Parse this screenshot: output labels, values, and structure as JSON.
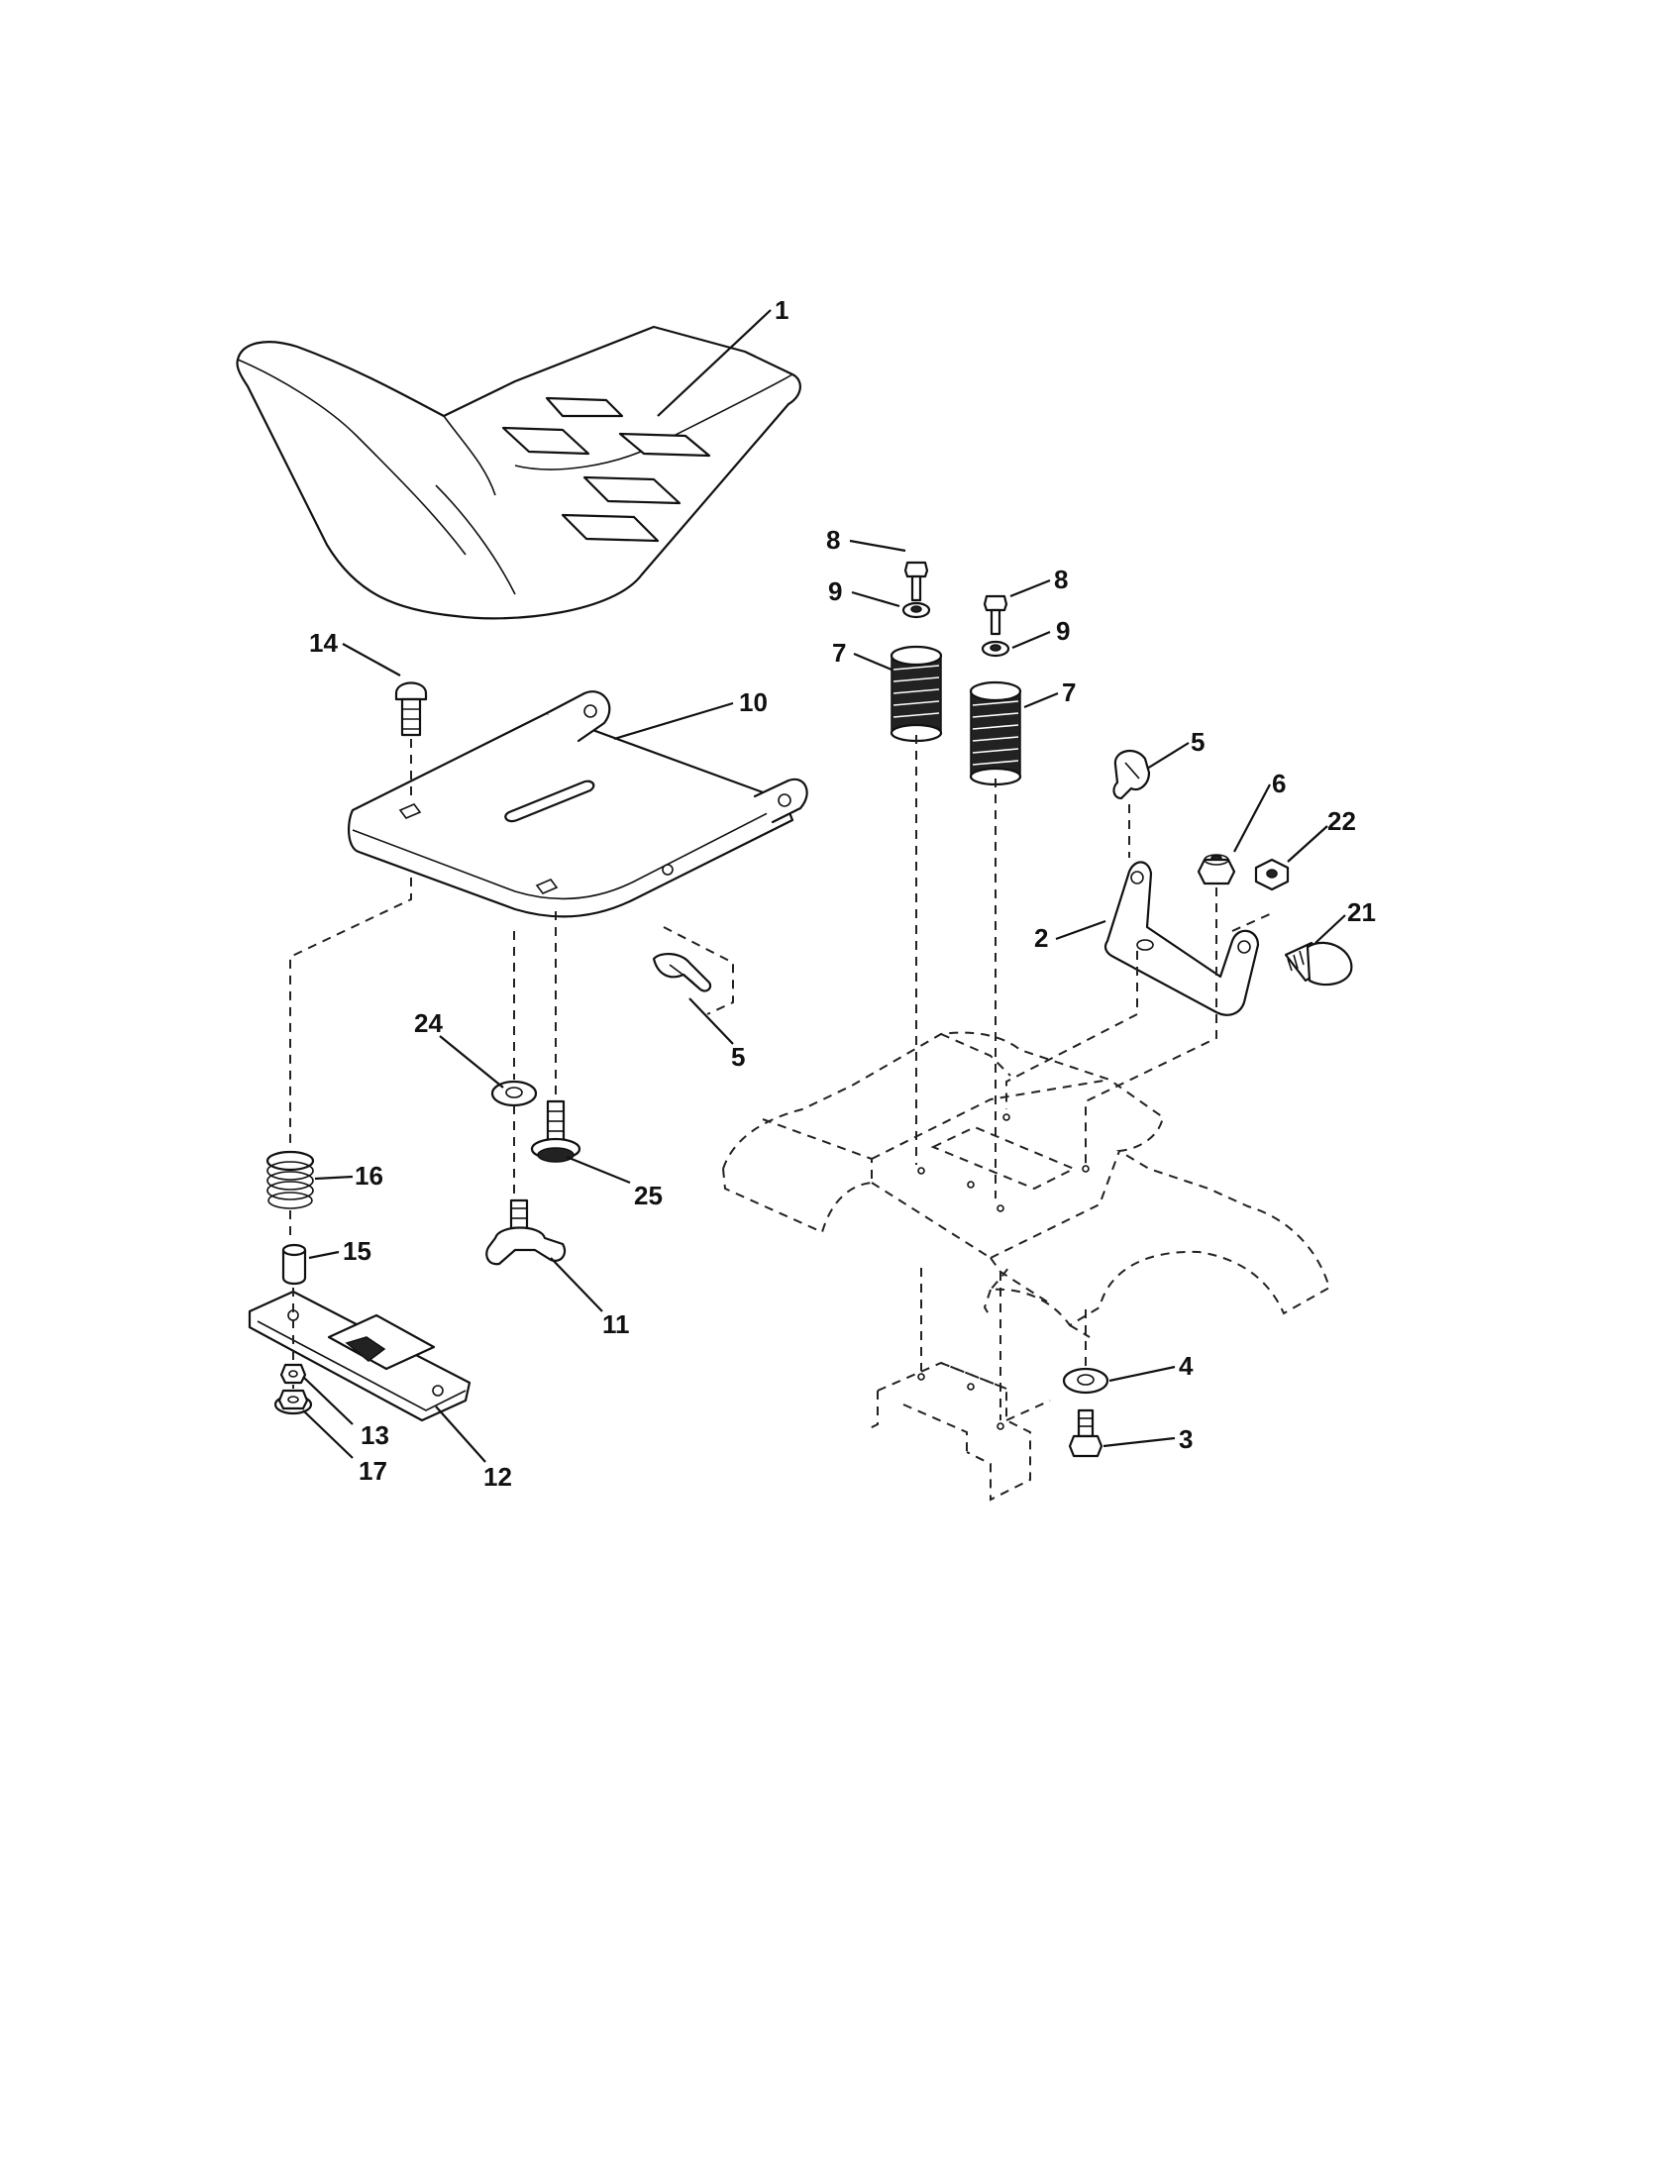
{
  "callouts": [
    {
      "label": "1"
    },
    {
      "label": "14"
    },
    {
      "label": "10"
    },
    {
      "label": "8"
    },
    {
      "label": "9"
    },
    {
      "label": "7"
    },
    {
      "label": "8"
    },
    {
      "label": "9"
    },
    {
      "label": "7"
    },
    {
      "label": "5"
    },
    {
      "label": "6"
    },
    {
      "label": "22"
    },
    {
      "label": "2"
    },
    {
      "label": "21"
    },
    {
      "label": "24"
    },
    {
      "label": "5"
    },
    {
      "label": "16"
    },
    {
      "label": "25"
    },
    {
      "label": "15"
    },
    {
      "label": "11"
    },
    {
      "label": "13"
    },
    {
      "label": "12"
    },
    {
      "label": "17"
    },
    {
      "label": "4"
    },
    {
      "label": "3"
    }
  ]
}
